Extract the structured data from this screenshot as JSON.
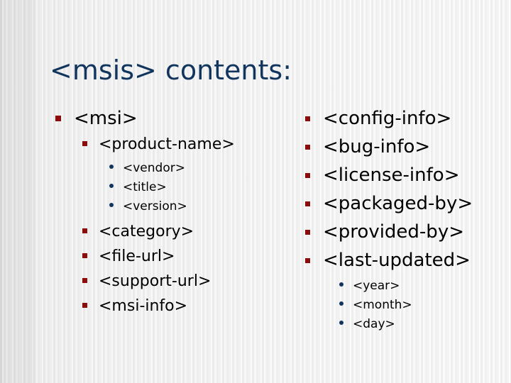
{
  "slide": {
    "title": "<msis> contents:",
    "colors": {
      "title": "#12355e",
      "square_bullet": "#8c0b0b",
      "dot_bullet": "#12355e",
      "text": "#000000",
      "background": "#f4f4f4"
    }
  },
  "left_column": {
    "items": [
      {
        "level": 1,
        "bullet": "square",
        "label": "<msi>"
      },
      {
        "level": 2,
        "bullet": "square",
        "label": "<product-name>"
      },
      {
        "level": 3,
        "bullet": "dot",
        "label": "<vendor>"
      },
      {
        "level": 3,
        "bullet": "dot",
        "label": "<title>"
      },
      {
        "level": 3,
        "bullet": "dot",
        "label": "<version>"
      },
      {
        "level": 2,
        "bullet": "square",
        "label": "<category>"
      },
      {
        "level": 2,
        "bullet": "square",
        "label": "<file-url>"
      },
      {
        "level": 2,
        "bullet": "square",
        "label": "<support-url>"
      },
      {
        "level": 2,
        "bullet": "square",
        "label": "<msi-info>"
      }
    ]
  },
  "right_column": {
    "items": [
      {
        "level": 1,
        "bullet": "square",
        "label": "<config-info>"
      },
      {
        "level": 1,
        "bullet": "square",
        "label": "<bug-info>"
      },
      {
        "level": 1,
        "bullet": "square",
        "label": "<license-info>"
      },
      {
        "level": 1,
        "bullet": "square",
        "label": "<packaged-by>"
      },
      {
        "level": 1,
        "bullet": "square",
        "label": "<provided-by>"
      },
      {
        "level": 1,
        "bullet": "square",
        "label": "<last-updated>"
      },
      {
        "level": 3,
        "bullet": "dot",
        "label": "<year>"
      },
      {
        "level": 3,
        "bullet": "dot",
        "label": "<month>"
      },
      {
        "level": 3,
        "bullet": "dot",
        "label": "<day>"
      }
    ]
  }
}
